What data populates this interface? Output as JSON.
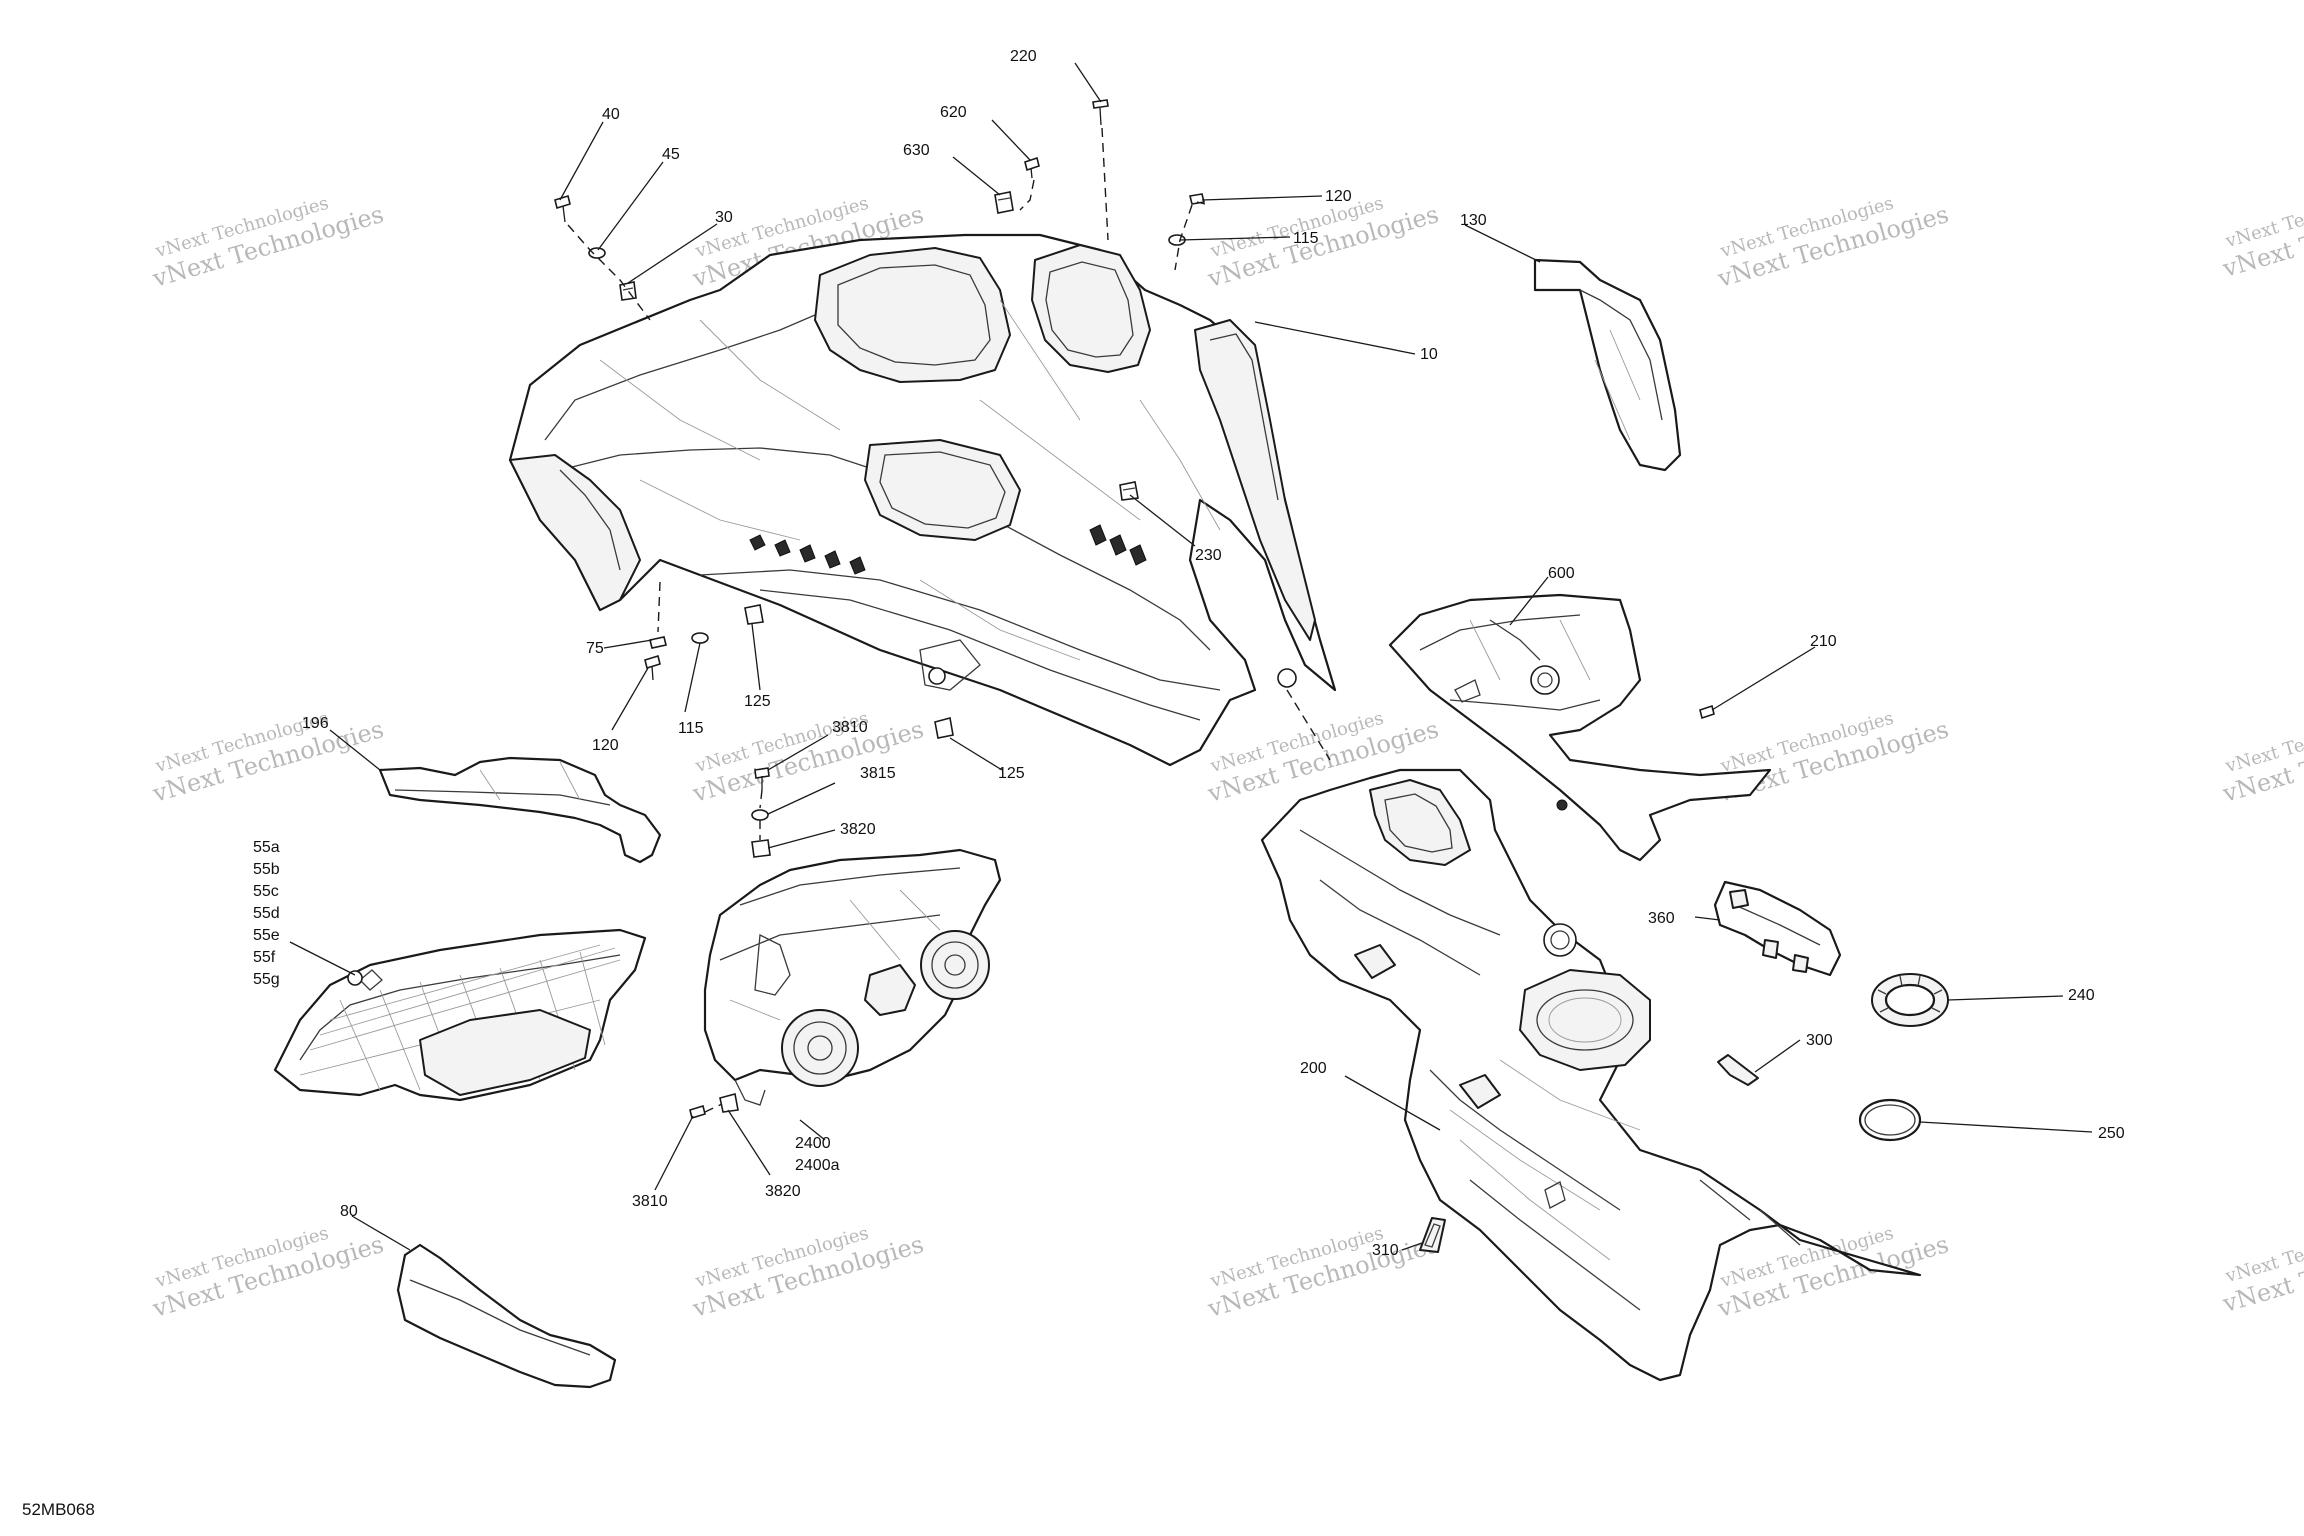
{
  "drawing_code": "52MB068",
  "watermark_text": "vNext Technologies",
  "callouts": {
    "c220": "220",
    "c620": "620",
    "c630": "630",
    "c40": "40",
    "c45": "45",
    "c30": "30",
    "c120a": "120",
    "c115a": "115",
    "c130": "130",
    "c10": "10",
    "c230": "230",
    "c75": "75",
    "c120b": "120",
    "c115b": "115",
    "c125a": "125",
    "c125b": "125",
    "c600": "600",
    "c210": "210",
    "c196": "196",
    "c3810a": "3810",
    "c3815": "3815",
    "c3820a": "3820",
    "c55a": "55a",
    "c55b": "55b",
    "c55c": "55c",
    "c55d": "55d",
    "c55e": "55e",
    "c55f": "55f",
    "c55g": "55g",
    "c360": "360",
    "c240": "240",
    "c300": "300",
    "c200": "200",
    "c250": "250",
    "c2400": "2400",
    "c2400a": "2400a",
    "c3810b": "3810",
    "c3820b": "3820",
    "c80": "80",
    "c310": "310"
  }
}
